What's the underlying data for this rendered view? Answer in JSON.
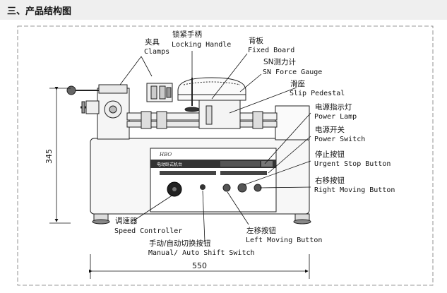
{
  "header": {
    "title": "三、产品结构图"
  },
  "labels": {
    "clamps": {
      "cn": "夹具",
      "en": "Clamps"
    },
    "locking_handle": {
      "cn": "锁紧手柄",
      "en": "Locking Handle"
    },
    "fixed_board": {
      "cn": "背板",
      "en": "Fixed Board"
    },
    "force_gauge": {
      "cn": "SN测力计",
      "en": "SN Force Gauge"
    },
    "slip_pedestal": {
      "cn": "滑座",
      "en": "Slip Pedestal"
    },
    "power_lamp": {
      "cn": "电源指示灯",
      "en": "Power Lamp"
    },
    "power_switch": {
      "cn": "电源开关",
      "en": "Power Switch"
    },
    "urgent_stop": {
      "cn": "停止按钮",
      "en": "Urgent Stop Button"
    },
    "right_moving": {
      "cn": "右移按钮",
      "en": "Right Moving Button"
    },
    "speed_controller": {
      "cn": "调速器",
      "en": "Speed Controller"
    },
    "left_moving": {
      "cn": "左移按钮",
      "en": "Left Moving Button"
    },
    "manual_auto": {
      "cn": "手动/自动切换按钮",
      "en": "Manual/ Auto Shift Switch"
    }
  },
  "dimensions": {
    "height": "345",
    "width": "550"
  },
  "panel": {
    "logo": "HBO",
    "title": "电动卧式机台"
  }
}
